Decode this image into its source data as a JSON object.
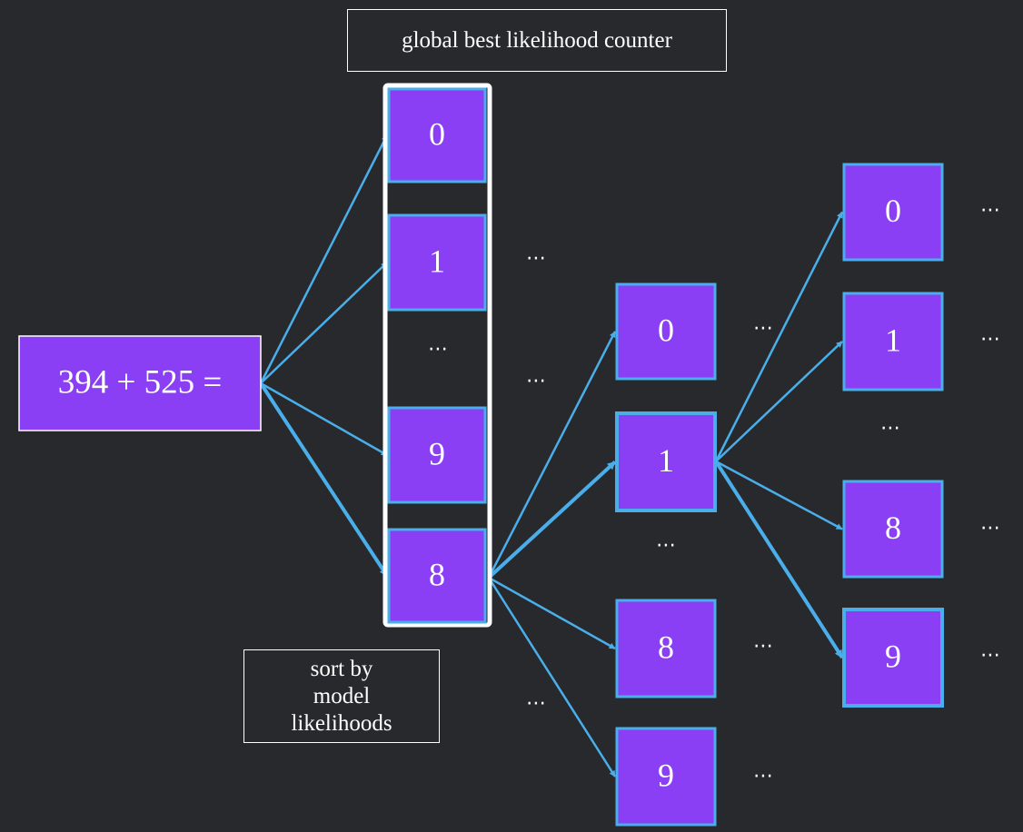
{
  "counter_label": "global best likelihood counter",
  "sort_label": "sort by model likelihoods",
  "prompt": "394 + 525 =",
  "ellipsis": "⋯",
  "colors": {
    "background": "#28292d",
    "node_fill": "#8b3ff4",
    "node_border": "#4aaeea",
    "edge": "#4aaeea",
    "text": "#ffffff"
  },
  "diagram": {
    "nodes": [
      {
        "id": "root",
        "label": "394 + 525 ="
      },
      {
        "id": "c1_0",
        "label": "0"
      },
      {
        "id": "c1_1",
        "label": "1"
      },
      {
        "id": "c1_9",
        "label": "9"
      },
      {
        "id": "c1_8",
        "label": "8"
      },
      {
        "id": "c2_0",
        "label": "0"
      },
      {
        "id": "c2_1",
        "label": "1"
      },
      {
        "id": "c2_8",
        "label": "8"
      },
      {
        "id": "c2_9",
        "label": "9"
      },
      {
        "id": "c3_0",
        "label": "0"
      },
      {
        "id": "c3_1",
        "label": "1"
      },
      {
        "id": "c3_8",
        "label": "8"
      },
      {
        "id": "c3_9",
        "label": "9"
      }
    ],
    "edges": [
      {
        "from": "root",
        "to": "c1_0",
        "bold": false
      },
      {
        "from": "root",
        "to": "c1_1",
        "bold": false
      },
      {
        "from": "root",
        "to": "c1_9",
        "bold": false
      },
      {
        "from": "root",
        "to": "c1_8",
        "bold": true
      },
      {
        "from": "c1_8",
        "to": "c2_0",
        "bold": false
      },
      {
        "from": "c1_8",
        "to": "c2_1",
        "bold": true
      },
      {
        "from": "c1_8",
        "to": "c2_8",
        "bold": false
      },
      {
        "from": "c1_8",
        "to": "c2_9",
        "bold": false
      },
      {
        "from": "c2_1",
        "to": "c3_0",
        "bold": false
      },
      {
        "from": "c2_1",
        "to": "c3_1",
        "bold": false
      },
      {
        "from": "c2_1",
        "to": "c3_8",
        "bold": false
      },
      {
        "from": "c2_1",
        "to": "c3_9",
        "bold": true
      }
    ]
  }
}
